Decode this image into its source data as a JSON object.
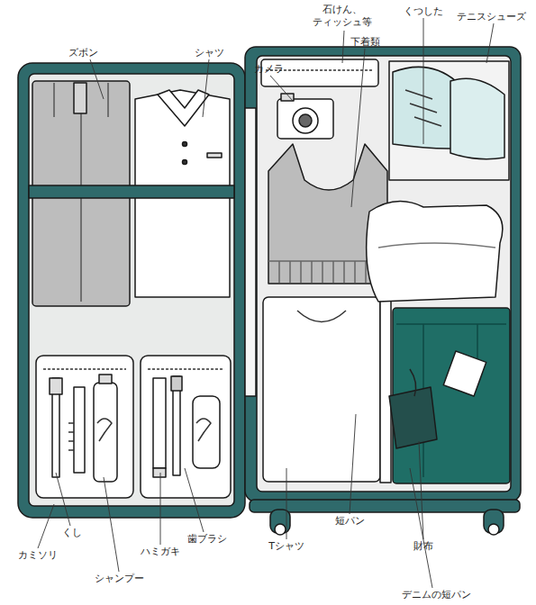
{
  "diagram": {
    "labels": [
      "ズボン",
      "シャツ",
      "石けん、 ティッシュ等",
      "カメラ",
      "下着類",
      "くつした",
      "テニスシューズ",
      "くし",
      "カミソリ",
      "シャンプー",
      "ハミガキ",
      "歯ブラシ",
      "Tシャツ",
      "短パン",
      "財布",
      "デニムの短パン"
    ]
  }
}
